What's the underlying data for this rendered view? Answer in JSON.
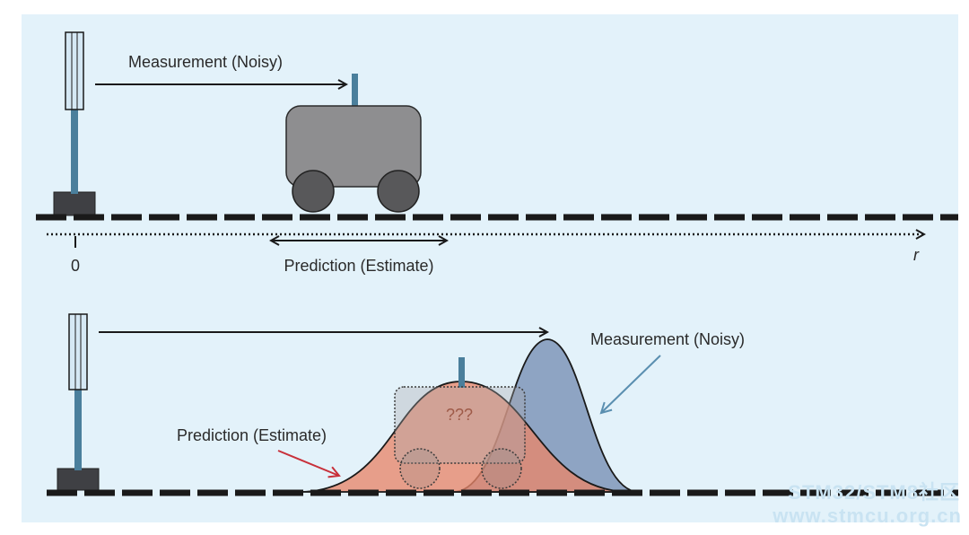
{
  "diagram": {
    "top": {
      "measurement_label": "Measurement (Noisy)",
      "prediction_label": "Prediction (Estimate)",
      "origin_tick_label": "0",
      "axis_label": "r"
    },
    "bottom": {
      "measurement_label": "Measurement (Noisy)",
      "prediction_label": "Prediction (Estimate)",
      "unknown_label": "???"
    }
  },
  "watermark": {
    "line1": "STM32/STM8社区",
    "line2": "www.stmcu.org.cn"
  },
  "colors": {
    "panel_bg": "#e3f2fa",
    "robot_body": "#8e8e90",
    "pole": "#4a7f9c",
    "prediction_fill": "#e88a6f",
    "measurement_fill": "#7f97b8",
    "arrow_red": "#c8303a",
    "arrow_blue": "#5a8fb0"
  }
}
